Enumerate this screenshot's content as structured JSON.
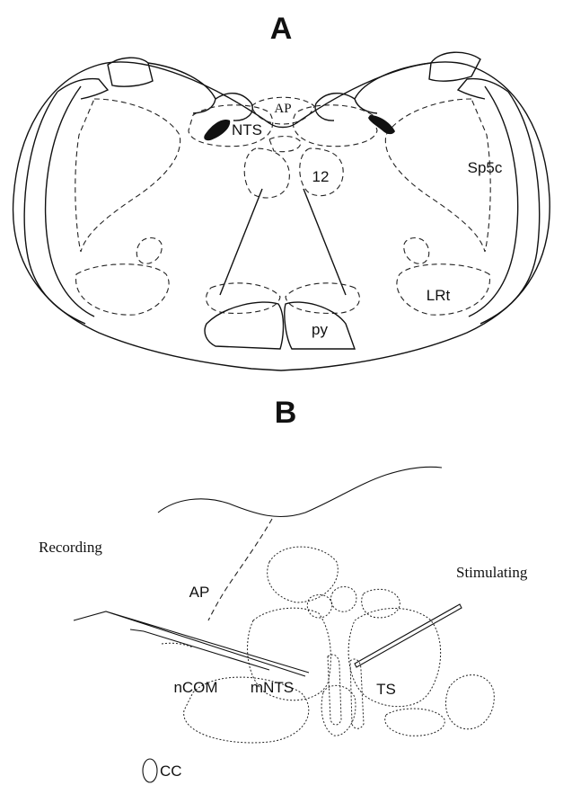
{
  "panel_a": {
    "letter": "A",
    "labels": {
      "nts": "NTS",
      "ap": "AP",
      "sp5c": "Sp5c",
      "twelve": "12",
      "lrt": "LRt",
      "py": "py"
    }
  },
  "panel_b": {
    "letter": "B",
    "labels": {
      "recording": "Recording",
      "stimulating": "Stimulating",
      "ap": "AP",
      "ncom": "nCOM",
      "mnts": "mNTS",
      "ts": "TS",
      "cc": "CC"
    }
  }
}
